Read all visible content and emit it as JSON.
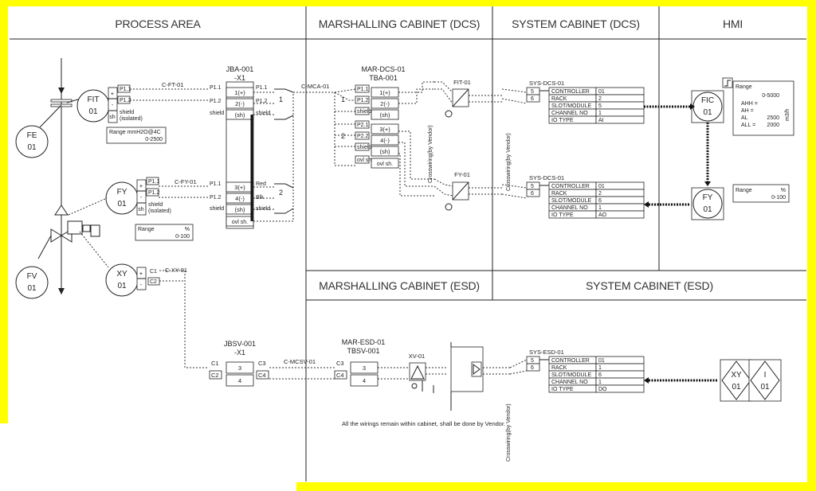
{
  "headers": {
    "process_area": "PROCESS AREA",
    "marshalling_dcs": "MARSHALLING CABINET (DCS)",
    "system_dcs": "SYSTEM CABINET (DCS)",
    "hmi": "HMI",
    "marshalling_esd": "MARSHALLING CABINET (ESD)",
    "system_esd": "SYSTEM CABINET (ESD)"
  },
  "instruments": {
    "fe": [
      "FE",
      "01"
    ],
    "fit": [
      "FIT",
      "01"
    ],
    "fy": [
      "FY",
      "01"
    ],
    "fv": [
      "FV",
      "01"
    ],
    "xy": [
      "XY",
      "01"
    ],
    "fic": [
      "FIC",
      "01"
    ],
    "fy_hmi": [
      "FY",
      "01"
    ],
    "xy_hmi": [
      "XY",
      "01"
    ],
    "i_hmi": [
      "I",
      "01"
    ]
  },
  "cables": {
    "c_ft": "C-FT-01",
    "c_fy": "C-FY-01",
    "c_xy": "C-XY-01",
    "c_mca": "C-MCA-01",
    "c_mcsv": "C-MCSV-01"
  },
  "jb": {
    "jba_title": "JBA-001",
    "jba_sub": "-X1",
    "jbsv_title": "JBSV-001",
    "jbsv_sub": "-X1",
    "jba_terms": [
      "1(+)",
      "2(-)",
      "(sh)",
      "3(+)",
      "4(-)",
      "(sh)",
      "ovl sh."
    ],
    "jba_left": [
      "P1.1",
      "P1.2",
      "shield",
      "P1.1",
      "P1.2",
      "shield"
    ],
    "jba_right": [
      "P1.1",
      "P1.2",
      "shield",
      "Red",
      "Blk",
      "shield"
    ],
    "jbsv_terms": [
      "3",
      "4"
    ],
    "jbsv_left": [
      "C1",
      "C2"
    ],
    "jbsv_right": [
      "C3",
      "C4"
    ]
  },
  "field_terms": {
    "fit": [
      "+",
      "-",
      "sh"
    ],
    "fit_labels": [
      "P1.1",
      "P1.2",
      "shield",
      "(isolated)"
    ],
    "fit_range_label": "Range mmH2O@4C",
    "fit_range_value": "0-2500",
    "fy": [
      "+",
      "-",
      "sh"
    ],
    "fy_labels": [
      "P1.1",
      "P1.2",
      "shield",
      "(isolated)"
    ],
    "fy_range_label": "Range",
    "fy_range_unit": "%",
    "fy_range_value": "0-100",
    "xy": [
      "+",
      "-"
    ],
    "xy_labels": [
      "C1",
      "C2"
    ]
  },
  "marshalling_dcs": {
    "title": "MAR-DCS-01",
    "sub": "TBA-001",
    "terms": [
      "1(+)",
      "2(-)",
      "(sh)",
      "3(+)",
      "4(-)",
      "(sh)",
      "ovl sh."
    ],
    "left": [
      "P1.1",
      "P1.2",
      "shield",
      "P2.1",
      "P2.2",
      "shield",
      "ovl sh"
    ],
    "pair_labels": [
      "1",
      "2"
    ],
    "fit_iso": "FIT-01",
    "fy_iso": "FY-01",
    "crosswiring": "Crosswiring(by Vendor)"
  },
  "marshalling_esd": {
    "title": "MAR-ESD-01",
    "sub": "TBSV-001",
    "terms": [
      "3",
      "4"
    ],
    "left": [
      "C3",
      "C4"
    ],
    "xv": "XV-01",
    "note": "All the wirings remain within cabinet, shall be done by Vendor.",
    "crosswiring": "Crosswiring(by Vendor)"
  },
  "system_cards": [
    {
      "title": "SYS-DCS-01",
      "ch": [
        "5",
        "6"
      ],
      "rows": [
        [
          "CONTROLLER",
          "01"
        ],
        [
          "RACK",
          "2"
        ],
        [
          "SLOT/MODULE",
          "5"
        ],
        [
          "CHANNEL NO",
          "1"
        ],
        [
          "IO TYPE",
          "AI"
        ]
      ]
    },
    {
      "title": "SYS-DCS-01",
      "ch": [
        "5",
        "6"
      ],
      "rows": [
        [
          "CONTROLLER",
          "01"
        ],
        [
          "RACK",
          "2"
        ],
        [
          "SLOT/MODULE",
          "6"
        ],
        [
          "CHANNEL NO",
          "1"
        ],
        [
          "IO TYPE",
          "AO"
        ]
      ]
    },
    {
      "title": "SYS-ESD-01",
      "ch": [
        "5",
        "6"
      ],
      "rows": [
        [
          "CONTROLLER",
          "01"
        ],
        [
          "RACK",
          "1"
        ],
        [
          "SLOT/MODULE",
          "6"
        ],
        [
          "CHANNEL NO",
          "1"
        ],
        [
          "IO TYPE",
          "DO"
        ]
      ]
    }
  ],
  "hmi": {
    "fic_range_label": "Range",
    "fic_range_value": "0-5000",
    "fic_unit": "m3/h",
    "alarms": [
      [
        "AHH =",
        ""
      ],
      [
        "AH =",
        ""
      ],
      [
        "AL",
        "2500"
      ],
      [
        "ALL =",
        "2000"
      ]
    ],
    "fy_range_label": "Range",
    "fy_range_unit": "%",
    "fy_range_value": "0-100"
  }
}
